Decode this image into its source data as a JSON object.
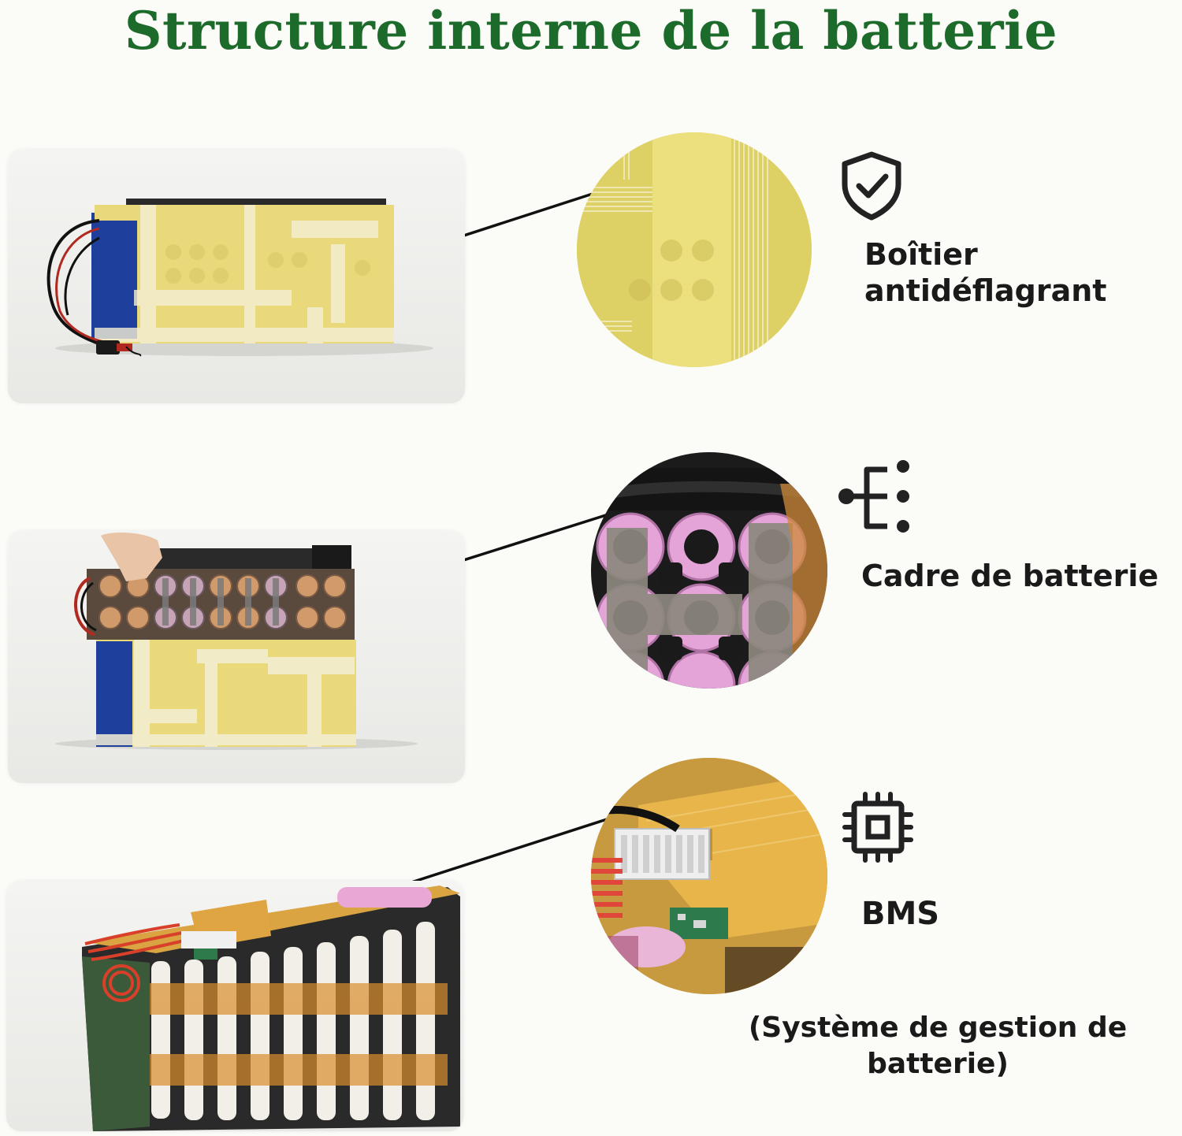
{
  "title": "Structure interne de la batterie",
  "colors": {
    "title_green": "#1d6b2b",
    "pack_yellow": "#e9d97a",
    "tape_white": "#f3efd6",
    "shrink_blue": "#1f3f9c",
    "cell_pink": "#d89ac8",
    "kapton_amber": "#e5b13e",
    "icon_dark": "#222222"
  },
  "sections": [
    {
      "id": "case",
      "icon": "shield-check-icon",
      "label_lines": [
        "Boîtier",
        "antidéflagrant"
      ]
    },
    {
      "id": "frame",
      "icon": "circuit-branch-icon",
      "label_lines": [
        "Cadre de batterie"
      ]
    },
    {
      "id": "bms",
      "icon": "chip-icon",
      "label_lines": [
        "BMS"
      ],
      "note_lines": [
        "(Système de gestion de",
        "batterie)"
      ]
    }
  ]
}
